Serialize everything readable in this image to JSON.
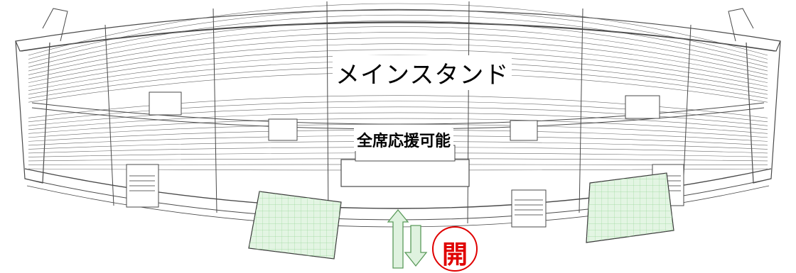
{
  "labels": {
    "main_stand": "メインスタンド",
    "all_seats_support": "全席応援可能",
    "open": "開"
  },
  "colors": {
    "line": "#4a4a4a",
    "gate_fill": "#e3f5e3",
    "gate_grid": "#8fd18f",
    "arrow_fill": "#dff2df",
    "arrow_stroke": "#5a9a5a",
    "open_red": "#e00000"
  },
  "icons": [
    "up-arrow-icon",
    "down-arrow-icon",
    "open-badge-icon"
  ]
}
